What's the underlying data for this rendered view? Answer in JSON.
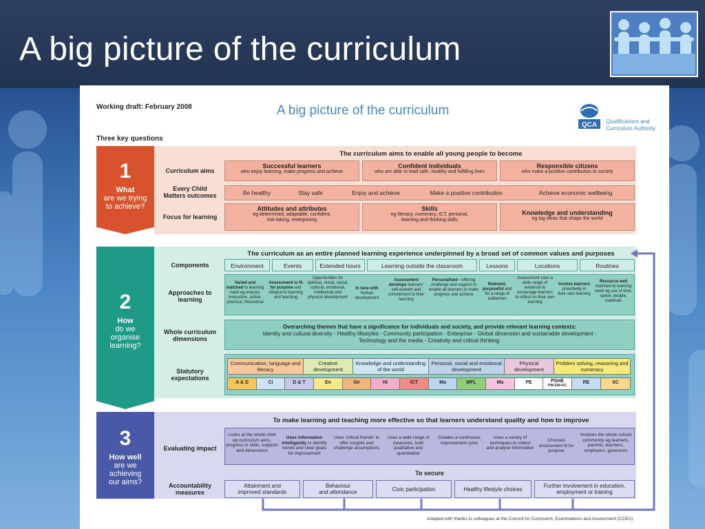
{
  "slide": {
    "title": "A big picture of the curriculum"
  },
  "poster": {
    "working_draft": "Working draft: February 2008",
    "title": "A big picture of the curriculum",
    "three_key_questions": "Three key questions",
    "org": {
      "logo_text": "QCA",
      "name_line1": "Qualifications and",
      "name_line2": "Curriculum Authority"
    },
    "credit": "Adapted with thanks to colleagues at the Council for Curriculum, Examinations and Assessment (CCEA)"
  },
  "section1": {
    "number": "1",
    "q1": "What",
    "q2": "are we trying",
    "q3": "to achieve?",
    "header": "The curriculum aims to enable all young people to become",
    "aims_label": "Curriculum aims",
    "aims": [
      {
        "title": "Successful learners",
        "desc": "who enjoy learning, make progress and achieve"
      },
      {
        "title": "Confident individuals",
        "desc": "who are able to lead safe, healthy and fulfilling lives"
      },
      {
        "title": "Responsible citizens",
        "desc": "who make a positive contribution to society"
      }
    ],
    "ecm_label1": "Every Child",
    "ecm_label2": "Matters outcomes",
    "ecm": [
      "Be healthy",
      "Stay safe",
      "Enjoy and achieve",
      "Make a positive contribution",
      "Achieve economic wellbeing"
    ],
    "focus_label": "Focus for learning",
    "focus": [
      {
        "title": "Attitudes and attributes",
        "desc1": "eg determined, adaptable, confident,",
        "desc2": "risk-taking, enterprising"
      },
      {
        "title": "Skills",
        "desc1": "eg literacy, numeracy, ICT, personal,",
        "desc2": "learning and thinking skills"
      },
      {
        "title": "Knowledge and understanding",
        "desc1": "eg big ideas that shape the world",
        "desc2": ""
      }
    ]
  },
  "section2": {
    "number": "2",
    "q1": "How",
    "q2": "do we",
    "q3": "organise",
    "q4": "learning?",
    "header": "The curriculum as an entire planned learning experience underpinned by a broad set of common values and purposes",
    "components_label": "Components",
    "components": [
      "Environment",
      "Events",
      "Extended hours",
      "Learning outside the classroom",
      "Lessons",
      "Locations",
      "Routines"
    ],
    "approaches_label1": "Approaches to",
    "approaches_label2": "learning",
    "approaches": [
      {
        "bold": "Varied and matched",
        "rest": "to learning need eg enquiry, instruction, active, practical, theoretical"
      },
      {
        "bold": "Assessment is fit for purpose",
        "rest": "and integral to learning and teaching"
      },
      {
        "bold": "",
        "rest": "Opportunities for spiritual, moral, social, cultural, emotional, intellectual and physical development"
      },
      {
        "bold": "In tune with",
        "rest": "human development"
      },
      {
        "bold": "Assessment develops",
        "rest": "learners' self-esteem and commitment to their learning"
      },
      {
        "bold": "Personalised -",
        "rest": "offering challenge and support to enable all learners to make progress and achieve"
      },
      {
        "bold": "Relevant, purposeful",
        "rest": "and for a range of audiences"
      },
      {
        "bold": "",
        "rest": "Assessment uses a wide range of evidence to encourage learners to reflect on their own learning"
      },
      {
        "bold": "Involve learners",
        "rest": "proactively in their own learning"
      },
      {
        "bold": "Resource well",
        "rest": "matched to learning need eg use of time, space, people, materials"
      }
    ],
    "whole_label1": "Whole curriculum",
    "whole_label2": "dimensions",
    "whole_line1": "Overarching themes that have a significance for individuals and society, and provide relevant learning contexts:",
    "whole_line2": "Identity and cultural diversity - Healthy lifestyles - Community participation - Enterprise - Global dimension and sustainable development -",
    "whole_line3": "Technology and the media - Creativity and critical thinking.",
    "statutory_label1": "Statutory",
    "statutory_label2": "expectations",
    "areas": [
      {
        "label": "Communication, language and literacy",
        "color": "#f8c89a"
      },
      {
        "label": "Creative development",
        "color": "#dcebb2"
      },
      {
        "label": "Knowledge and understanding of the world",
        "color": "#cde6f2"
      },
      {
        "label": "Personal, social and emotional development",
        "color": "#bcd3ea"
      },
      {
        "label": "Physical development",
        "color": "#e9c8dc"
      },
      {
        "label": "Problem solving, reasoning and numeracy",
        "color": "#f5ea7a"
      }
    ],
    "subjects": [
      {
        "label": "A & D",
        "color": "#f5c65a"
      },
      {
        "label": "Ci",
        "color": "#cfe3f3"
      },
      {
        "label": "D & T",
        "color": "#c9c6ea"
      },
      {
        "label": "En",
        "color": "#f6e98a"
      },
      {
        "label": "Ge",
        "color": "#f2b57d"
      },
      {
        "label": "Hi",
        "color": "#f0b0c9"
      },
      {
        "label": "ICT",
        "color": "#f28a87"
      },
      {
        "label": "Ma",
        "color": "#bcd6f2"
      },
      {
        "label": "MFL",
        "color": "#8fcf79"
      },
      {
        "label": "Mu",
        "color": "#f5c2df"
      },
      {
        "label": "PE",
        "color": "#ffffff"
      },
      {
        "label": "PSHE",
        "sub": "PW EW+FC",
        "color": "#ffffff"
      },
      {
        "label": "RE",
        "color": "#c6dcf0"
      },
      {
        "label": "SC",
        "color": "#f8d98c"
      }
    ]
  },
  "section3": {
    "number": "3",
    "q1": "How well",
    "q2": "are we",
    "q3": "achieving",
    "q4": "our aims?",
    "header": "To make learning and teaching more effective so that learners understand quality and how to improve",
    "evaluating_label": "Evaluating impact",
    "evaluating": [
      {
        "bold": "",
        "rest": "Looks at the whole child eg curriculum aims, progress in skills, subjects and dimensions"
      },
      {
        "bold": "Uses information intelligently",
        "rest": "to identify trends and clear goals for improvement"
      },
      {
        "bold": "",
        "rest": "Uses 'critical friends' to offer insights and challenge assumptions"
      },
      {
        "bold": "",
        "rest": "Uses a wide range of measures, both qualitative and quantitative"
      },
      {
        "bold": "",
        "rest": "Creates a continuous improvement cycle"
      },
      {
        "bold": "",
        "rest": "Uses a variety of techniques to collect and analyse information"
      },
      {
        "bold": "",
        "rest": "Chooses assessment fit for purpose"
      },
      {
        "bold": "",
        "rest": "Involves the whole school community eg learners, parents, teachers, employers, governors"
      }
    ],
    "to_secure": "To secure",
    "accountability_label1": "Accountability",
    "accountability_label2": "measures",
    "accountability": [
      {
        "l1": "Attainment and",
        "l2": "improved standards"
      },
      {
        "l1": "Behaviour",
        "l2": "and attendance"
      },
      {
        "l1": "Civic participation",
        "l2": ""
      },
      {
        "l1": "Healthy lifestyle choices",
        "l2": ""
      },
      {
        "l1": "Further involvement in education,",
        "l2": "employment or training"
      }
    ]
  }
}
